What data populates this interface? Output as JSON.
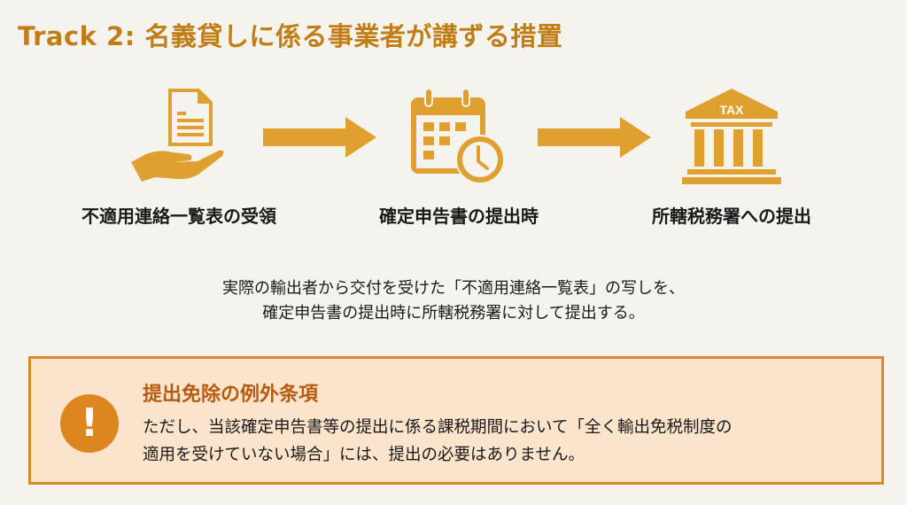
{
  "title": "Track 2: 名義貸しに係る事業者が講ずる措置",
  "steps": [
    {
      "icon": "hand-document-icon",
      "label": "不適用連絡一覧表の受領"
    },
    {
      "icon": "calendar-clock-icon",
      "label": "確定申告書の提出時"
    },
    {
      "icon": "tax-office-building-icon",
      "label": "所轄税務署への提出",
      "icon_text": "TAX"
    }
  ],
  "description": {
    "line1": "実際の輸出者から交付を受けた「不適用連絡一覧表」の写しを、",
    "line2": "確定申告書の提出時に所轄税務署に対して提出する。"
  },
  "exception": {
    "icon": "exclamation-icon",
    "icon_text": "!",
    "heading": "提出免除の例外条項",
    "line1": "ただし、当該確定申告書等の提出に係る課税期間において「全く輸出免税制度の",
    "line2": "適用を受けていない場合」には、提出の必要はありません。"
  },
  "colors": {
    "accent": "#e0a030",
    "title": "#c27e16",
    "box_bg": "#fbe4cc",
    "box_border": "#d9892a"
  }
}
